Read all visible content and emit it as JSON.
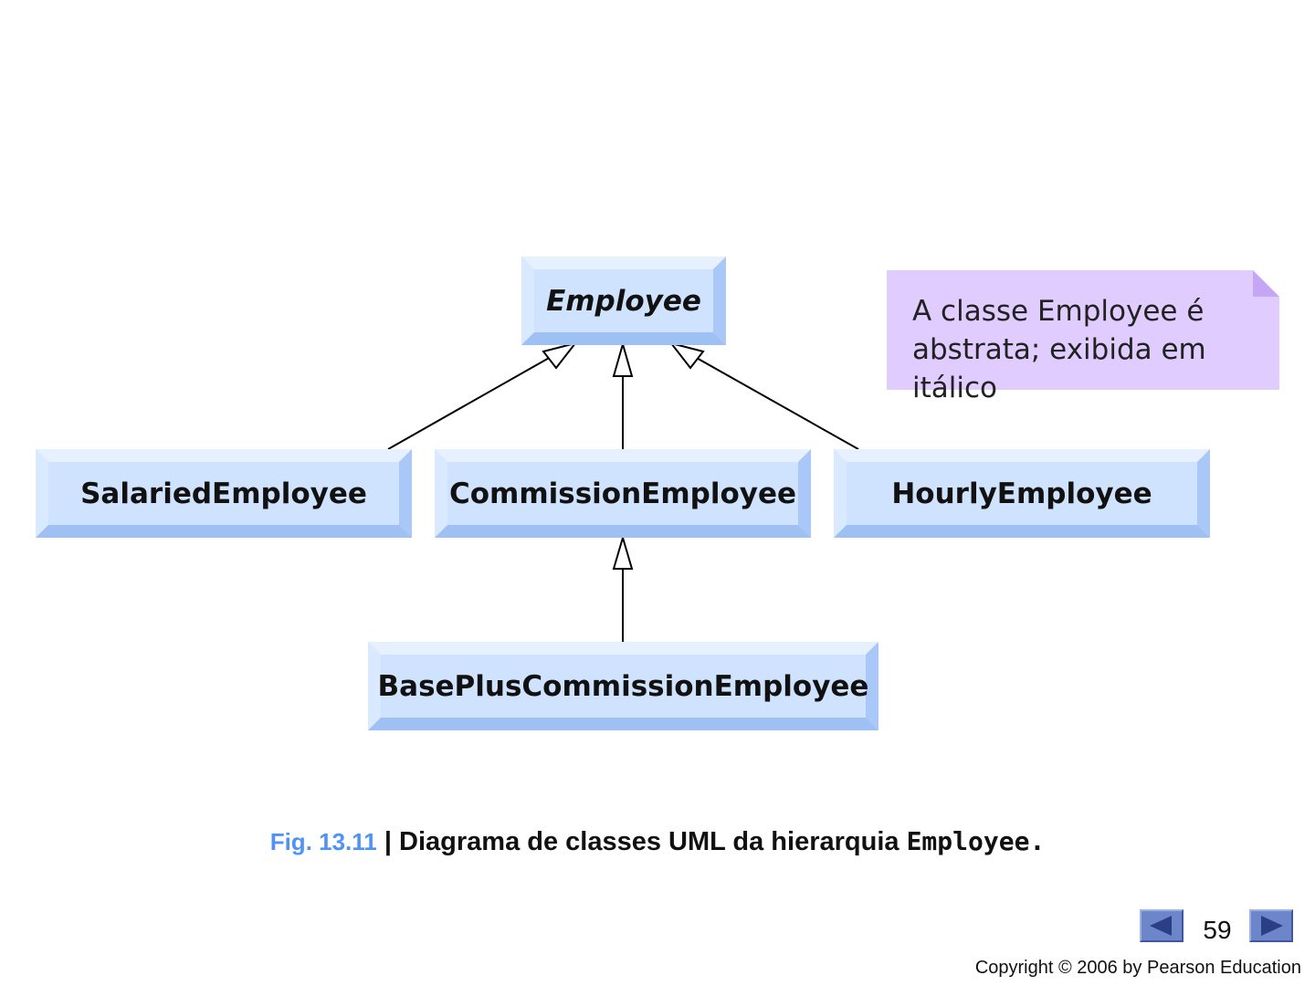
{
  "diagram": {
    "classes": {
      "employee": {
        "name": "Employee",
        "abstract": true
      },
      "salaried": {
        "name": "SalariedEmployee"
      },
      "commission": {
        "name": "CommissionEmployee"
      },
      "hourly": {
        "name": "HourlyEmployee"
      },
      "base_plus": {
        "name": "BasePlusCommissionEmployee"
      }
    },
    "inheritance": [
      {
        "child": "SalariedEmployee",
        "parent": "Employee"
      },
      {
        "child": "CommissionEmployee",
        "parent": "Employee"
      },
      {
        "child": "HourlyEmployee",
        "parent": "Employee"
      },
      {
        "child": "BasePlusCommissionEmployee",
        "parent": "CommissionEmployee"
      }
    ],
    "note": {
      "line1": "A classe Employee é",
      "line2": "abstrata; exibida em itálico"
    },
    "colors": {
      "class_fill": "#cfe3ff",
      "note_fill": "#e0ccff",
      "note_fold": "#c5a6f5",
      "caption_fig": "#4e93f5"
    }
  },
  "caption": {
    "fig_label": "Fig. 13.11",
    "separator": "|",
    "description": "Diagrama de classes UML da hierarquia",
    "code": "Employee",
    "period": "."
  },
  "footer": {
    "page_number": "59",
    "copyright": "Copyright © 2006 by Pearson Education",
    "prev_icon": "left-triangle-icon",
    "next_icon": "right-triangle-icon"
  }
}
